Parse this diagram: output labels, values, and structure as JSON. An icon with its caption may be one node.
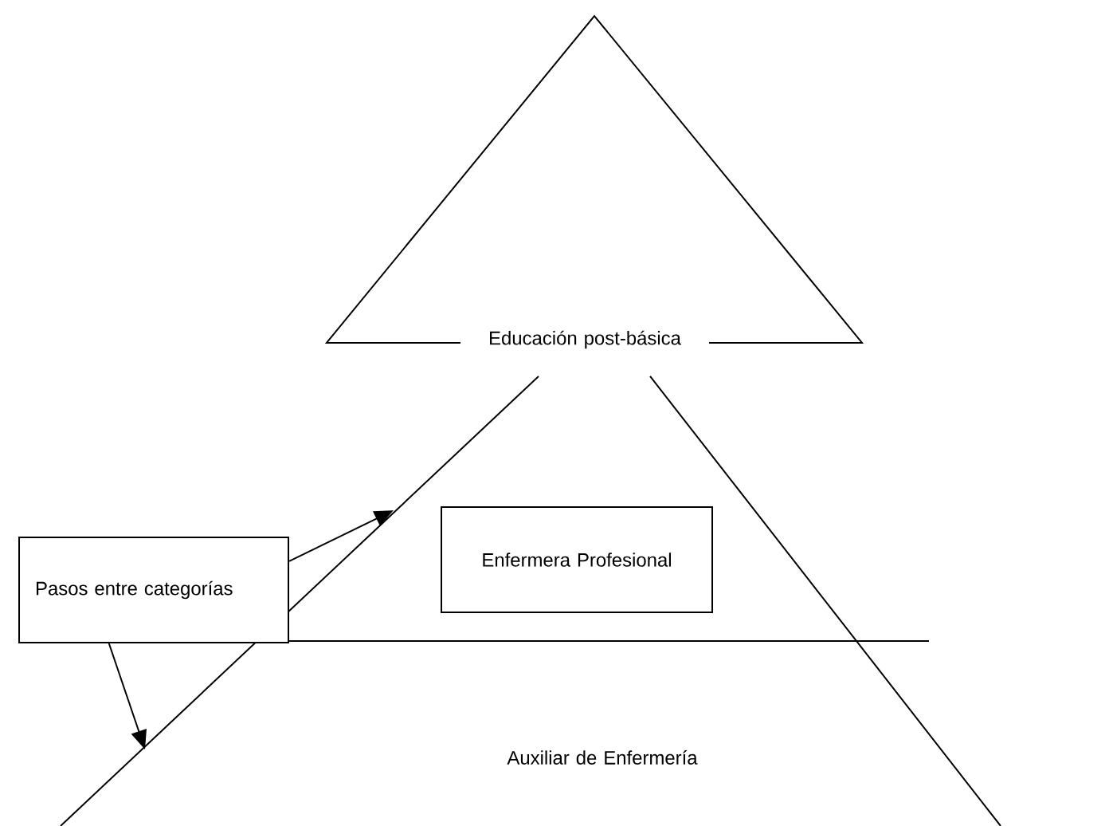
{
  "diagram": {
    "nodes": [
      {
        "text": [
          "Educación post-básica"
        ]
      },
      {
        "text": [
          "Enfermera Profesional"
        ]
      },
      {
        "text": [
          "Auxiliar de Enfermería"
        ]
      },
      {
        "text": [
          "Pasos entre categorías"
        ]
      }
    ],
    "edges": [
      {
        "from": 3,
        "to": null,
        "arrow": "to"
      },
      {
        "from": 3,
        "to": null,
        "arrow": "to"
      }
    ]
  }
}
